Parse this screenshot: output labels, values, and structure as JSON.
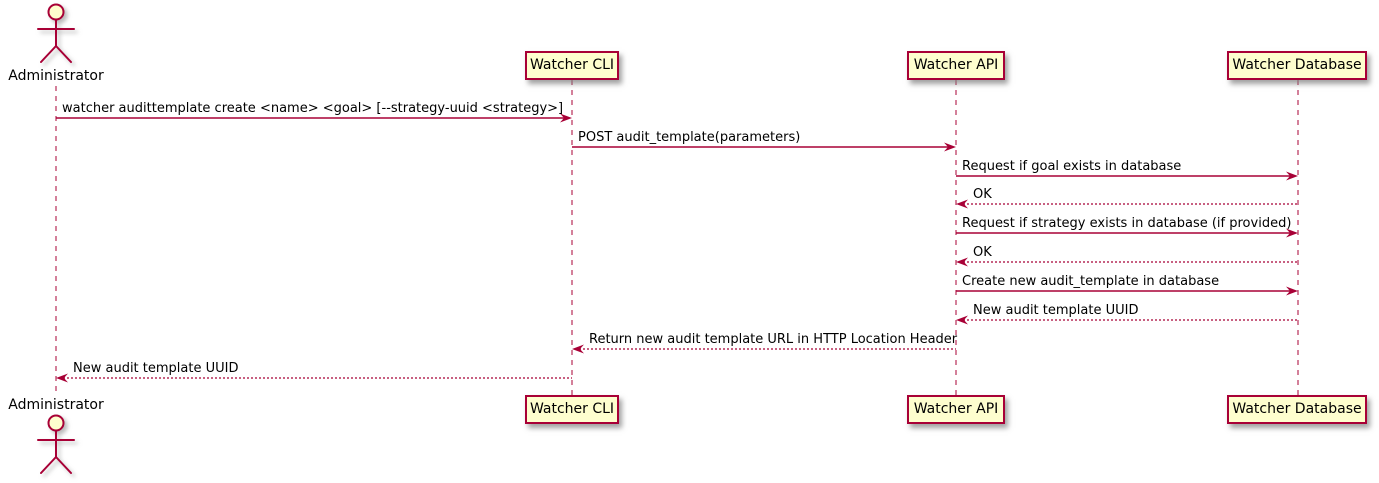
{
  "diagram": {
    "type": "uml-sequence-diagram",
    "colors": {
      "accent": "#A80036",
      "participant_fill": "#FEFECE",
      "text": "#000000",
      "background": "#FFFFFF"
    },
    "actor": {
      "name": "Administrator"
    },
    "participants": [
      {
        "label": "Watcher CLI"
      },
      {
        "label": "Watcher API"
      },
      {
        "label": "Watcher Database"
      }
    ],
    "messages": [
      {
        "from": "Administrator",
        "to": "Watcher CLI",
        "style": "solid",
        "label": "watcher audittemplate create <name> <goal> [--strategy-uuid <strategy>]"
      },
      {
        "from": "Watcher CLI",
        "to": "Watcher API",
        "style": "solid",
        "label": "POST audit_template(parameters)"
      },
      {
        "from": "Watcher API",
        "to": "Watcher Database",
        "style": "solid",
        "label": "Request if goal exists in database"
      },
      {
        "from": "Watcher Database",
        "to": "Watcher API",
        "style": "dashed",
        "label": "OK"
      },
      {
        "from": "Watcher API",
        "to": "Watcher Database",
        "style": "solid",
        "label": "Request if strategy exists in database (if provided)"
      },
      {
        "from": "Watcher Database",
        "to": "Watcher API",
        "style": "dashed",
        "label": "OK"
      },
      {
        "from": "Watcher API",
        "to": "Watcher Database",
        "style": "solid",
        "label": "Create new audit_template in database"
      },
      {
        "from": "Watcher Database",
        "to": "Watcher API",
        "style": "dashed",
        "label": "New audit template UUID"
      },
      {
        "from": "Watcher API",
        "to": "Watcher CLI",
        "style": "dashed",
        "label": "Return new audit template URL in HTTP Location Header"
      },
      {
        "from": "Watcher CLI",
        "to": "Administrator",
        "style": "dashed",
        "label": "New audit template UUID"
      }
    ]
  }
}
